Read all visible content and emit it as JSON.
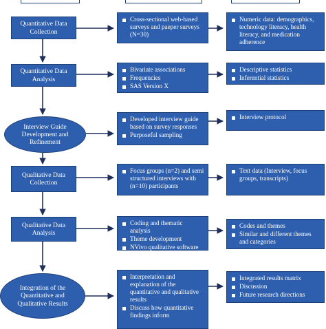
{
  "colors": {
    "box_fill": "#2e5fae",
    "box_border": "#1c3f78",
    "arrow": "#1f2f5a",
    "text": "#ffffff"
  },
  "rows": [
    {
      "stage": "Quantitative Data Collection",
      "procedures": [
        "Cross-sectional web-based surveys and paeper surveys (N=30)"
      ],
      "products": [
        "Numeric data: demographics, technology literacy, health literacy, and medication adherence"
      ]
    },
    {
      "stage": "Quantitative Data Analysis",
      "procedures": [
        "Bivariate associations",
        "Frequencies",
        "SAS Version X"
      ],
      "products": [
        "Descriptive statistics",
        "Inferential statistics"
      ]
    },
    {
      "stage": "Interview Guide Development and Refinement",
      "procedures": [
        "Developed interview guide based on survey responses",
        "Purposeful sampling"
      ],
      "products": [
        "Interview protocol"
      ]
    },
    {
      "stage": "Qualitative Data Collection",
      "procedures": [
        "Focus groups (n=2) and semi structured interviews with (n=10) participants"
      ],
      "products": [
        "Text data (Interview, focus groups, transcripts)"
      ]
    },
    {
      "stage": "Qualitative Data Analysis",
      "procedures": [
        "Coding and thematic analysis",
        "Theme development",
        "NVivo qualitative software"
      ],
      "products": [
        "Codes and themes",
        "Similar and different themes and categories"
      ]
    },
    {
      "stage": "Integration of the Quantitative and Qualitative Results",
      "procedures": [
        "Interpretation and explanation of the quantitative and qualitative results",
        "Discuss how quantitative findings inform"
      ],
      "products": [
        "Integrated results matrix",
        "Discussion",
        "Future research directions"
      ]
    }
  ]
}
